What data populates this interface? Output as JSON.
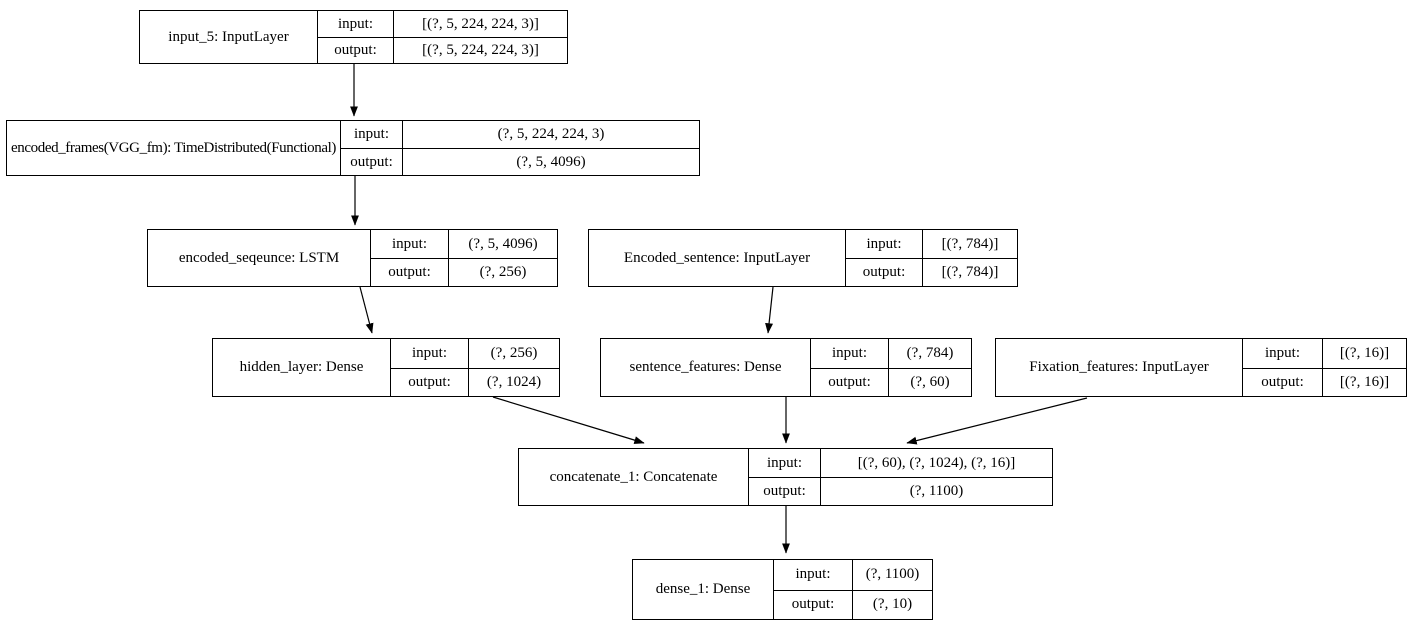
{
  "diagram": {
    "type": "keras-model-architecture",
    "labels": {
      "input": "input:",
      "output": "output:"
    },
    "colors": {
      "node_border": "#000000",
      "background": "#ffffff",
      "text": "#000000"
    },
    "nodes": [
      {
        "id": "input_5",
        "label": "input_5: InputLayer",
        "input": "[(?, 5, 224, 224, 3)]",
        "output": "[(?, 5, 224, 224, 3)]"
      },
      {
        "id": "encoded_frames",
        "label": "encoded_frames(VGG_fm): TimeDistributed(Functional)",
        "input": "(?, 5, 224, 224, 3)",
        "output": "(?, 5, 4096)"
      },
      {
        "id": "encoded_seqeunce",
        "label": "encoded_seqeunce: LSTM",
        "input": "(?, 5, 4096)",
        "output": "(?, 256)"
      },
      {
        "id": "Encoded_sentence",
        "label": "Encoded_sentence: InputLayer",
        "input": "[(?, 784)]",
        "output": "[(?, 784)]"
      },
      {
        "id": "hidden_layer",
        "label": "hidden_layer: Dense",
        "input": "(?, 256)",
        "output": "(?, 1024)"
      },
      {
        "id": "sentence_features",
        "label": "sentence_features: Dense",
        "input": "(?, 784)",
        "output": "(?, 60)"
      },
      {
        "id": "Fixation_features",
        "label": "Fixation_features: InputLayer",
        "input": "[(?, 16)]",
        "output": "[(?, 16)]"
      },
      {
        "id": "concatenate_1",
        "label": "concatenate_1: Concatenate",
        "input": "[(?, 60), (?, 1024), (?, 16)]",
        "output": "(?, 1100)"
      },
      {
        "id": "dense_1",
        "label": "dense_1: Dense",
        "input": "(?, 1100)",
        "output": "(?, 10)"
      }
    ],
    "edges": [
      {
        "from": "input_5",
        "to": "encoded_frames"
      },
      {
        "from": "encoded_frames",
        "to": "encoded_seqeunce"
      },
      {
        "from": "encoded_seqeunce",
        "to": "hidden_layer"
      },
      {
        "from": "Encoded_sentence",
        "to": "sentence_features"
      },
      {
        "from": "hidden_layer",
        "to": "concatenate_1"
      },
      {
        "from": "sentence_features",
        "to": "concatenate_1"
      },
      {
        "from": "Fixation_features",
        "to": "concatenate_1"
      },
      {
        "from": "concatenate_1",
        "to": "dense_1"
      }
    ]
  }
}
